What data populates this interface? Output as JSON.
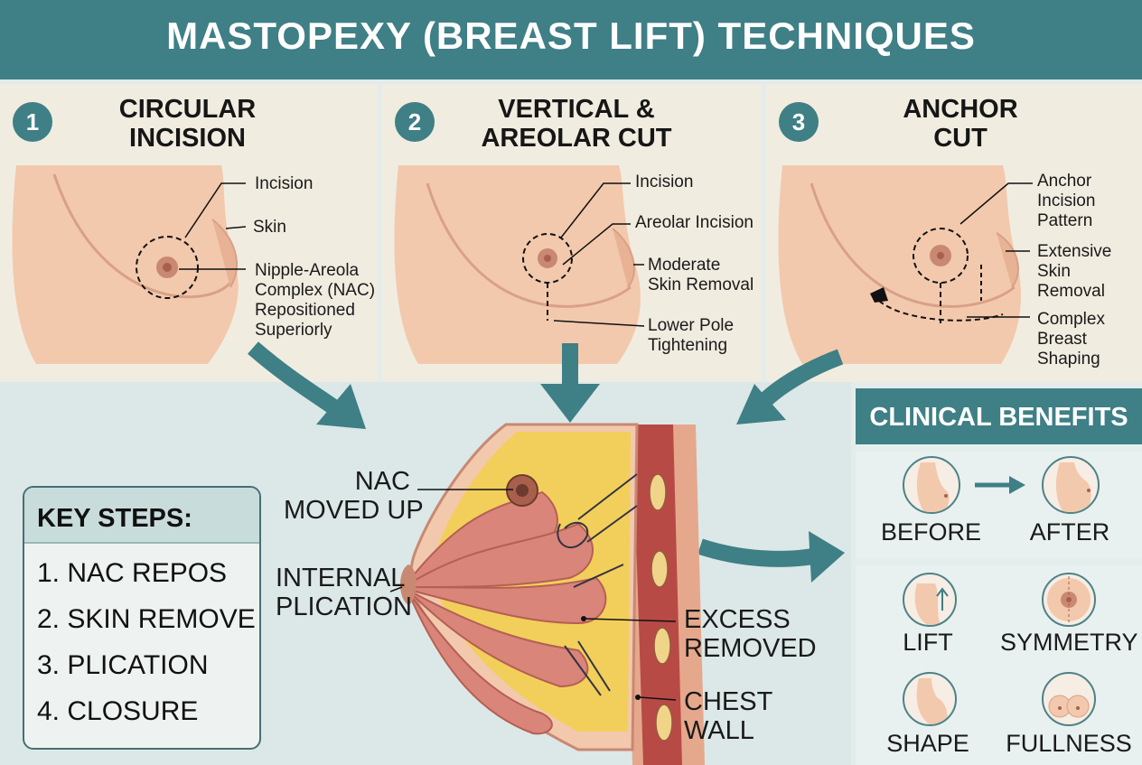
{
  "title": "MASTOPEXY (BREAST LIFT) TECHNIQUES",
  "panels": [
    {
      "number": "1",
      "title_lines": [
        "CIRCULAR",
        "INCISION"
      ],
      "labels": {
        "incision": "Incision",
        "skin": "Skin",
        "nac": [
          "Nipple-Areola",
          "Complex (NAC)",
          "Repositioned",
          "Superiorly"
        ]
      }
    },
    {
      "number": "2",
      "title_lines": [
        "VERTICAL &",
        "AREOLAR CUT"
      ],
      "labels": {
        "incision": "Incision",
        "areolar": "Areolar Incision",
        "moderate": [
          "Moderate",
          "Skin Removal"
        ],
        "lower": [
          "Lower Pole",
          "Tightening"
        ]
      }
    },
    {
      "number": "3",
      "title_lines": [
        "ANCHOR",
        "CUT"
      ],
      "labels": {
        "anchor": [
          "Anchor",
          "Incision",
          "Pattern"
        ],
        "extensive": [
          "Extensive",
          "Skin",
          "Removal"
        ],
        "complex": [
          "Complex",
          "Breast",
          "Shaping"
        ]
      }
    }
  ],
  "key_steps": {
    "title": "KEY STEPS:",
    "items": [
      "1. NAC REPOS",
      "2. SKIN REMOVE",
      "3. PLICATION",
      "4. CLOSURE"
    ]
  },
  "cross_section_labels": {
    "nac": [
      "NAC",
      "MOVED UP"
    ],
    "plication": [
      "INTERNAL",
      "PLICATION"
    ],
    "excess": [
      "EXCESS",
      "REMOVED"
    ],
    "chest": [
      "CHEST",
      "WALL"
    ]
  },
  "benefits": {
    "title": "CLINICAL BENEFITS",
    "before": "BEFORE",
    "after": "AFTER",
    "lift": "LIFT",
    "symmetry": "SYMMETRY",
    "shape": "SHAPE",
    "fullness": "FULLNESS"
  },
  "colors": {
    "teal": "#3f7f86",
    "skin": "#f2c9ad",
    "skin_shadow": "#d9a088",
    "fat": "#f2cf5a",
    "gland": "#d98579",
    "muscle": "#b84a46"
  }
}
